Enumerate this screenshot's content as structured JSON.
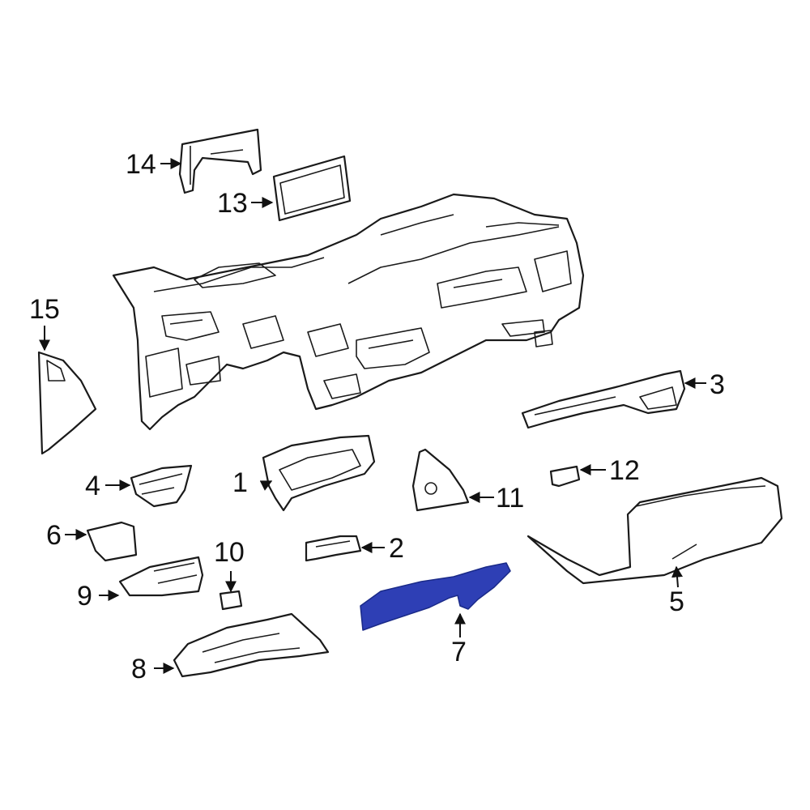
{
  "colors": {
    "highlight": "#2e3fb5",
    "line": "#1a1a1a",
    "background": "#ffffff"
  },
  "callouts": [
    {
      "id": "1",
      "label": "1"
    },
    {
      "id": "2",
      "label": "2"
    },
    {
      "id": "3",
      "label": "3"
    },
    {
      "id": "4",
      "label": "4"
    },
    {
      "id": "5",
      "label": "5"
    },
    {
      "id": "6",
      "label": "6"
    },
    {
      "id": "7",
      "label": "7",
      "highlighted": true
    },
    {
      "id": "8",
      "label": "8"
    },
    {
      "id": "9",
      "label": "9"
    },
    {
      "id": "10",
      "label": "10"
    },
    {
      "id": "11",
      "label": "11"
    },
    {
      "id": "12",
      "label": "12"
    },
    {
      "id": "13",
      "label": "13"
    },
    {
      "id": "14",
      "label": "14"
    },
    {
      "id": "15",
      "label": "15"
    }
  ]
}
